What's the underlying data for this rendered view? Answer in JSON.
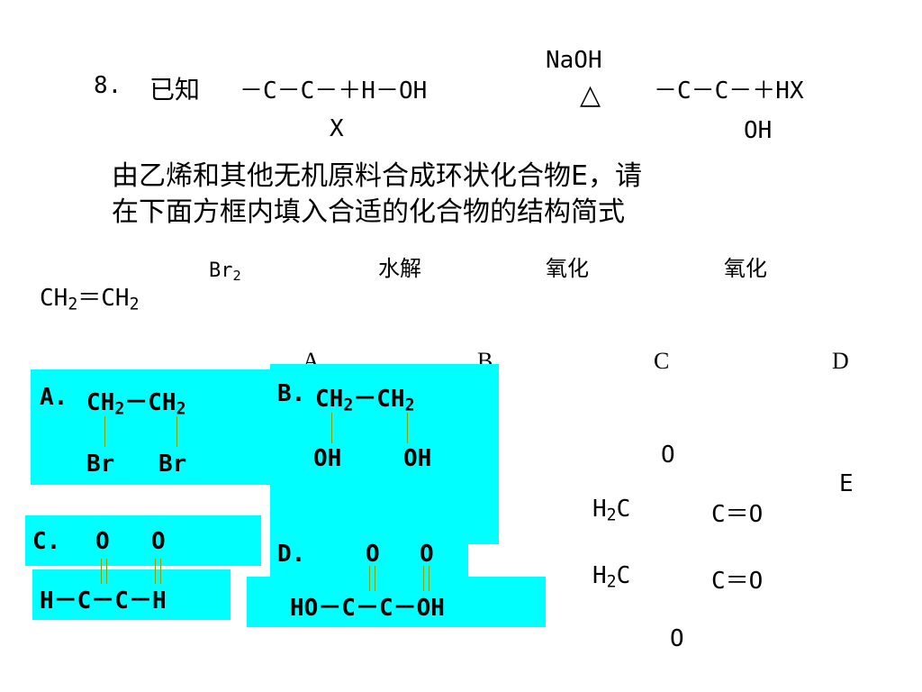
{
  "question": {
    "number": "8.",
    "known_label": "已知",
    "reactant": "－C－C－＋H－OH",
    "halogen": "X",
    "reagent": "NaOH",
    "condition_symbol": "△",
    "product": "－C－C－＋HX",
    "hydroxyl": "OH",
    "text_line1": "由乙烯和其他无机原料合成环状化合物E，请",
    "text_line2": "在下面方框内填入合适的化合物的结构简式"
  },
  "scheme": {
    "start_main": "CH",
    "start_sub1": "2",
    "start_mid": "＝CH",
    "start_sub2": "2",
    "br_main": "Br",
    "br_sub": "2",
    "step_hydrolysis": "水解",
    "step_oxidation1": "氧化",
    "step_oxidation2": "氧化",
    "label_a": "A",
    "label_b": "B",
    "label_c": "C",
    "label_d": "D",
    "label_e": "E"
  },
  "answers": {
    "a": {
      "prefix": "A.",
      "top": "CH",
      "sub": "2",
      "dash": "－",
      "bottom_left": "Br",
      "bottom_right": "Br"
    },
    "b": {
      "prefix": "B.",
      "top": "CH",
      "sub": "2",
      "dash": "－",
      "bottom_left": "OH",
      "bottom_right": "OH"
    },
    "c": {
      "prefix": "C.",
      "o_left": "O",
      "o_right": "O",
      "bottom": "H－C－C－H"
    },
    "d": {
      "prefix": "D.",
      "o_left": "O",
      "o_right": "O",
      "bottom": "HO－C－C－OH"
    }
  },
  "product_e": {
    "o_top": "O",
    "left1": "H",
    "left1_sub": "2",
    "left1_end": "C",
    "right1": "C＝O",
    "left2": "H",
    "left2_sub": "2",
    "left2_end": "C",
    "right2": "C＝O",
    "o_bottom": "O"
  }
}
